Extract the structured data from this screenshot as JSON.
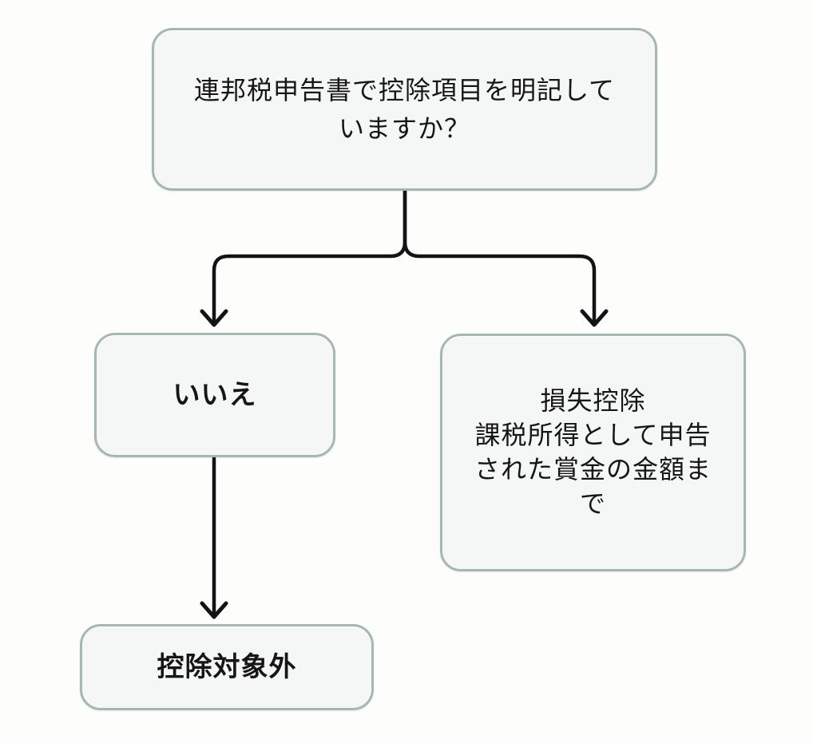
{
  "diagram": {
    "type": "flowchart",
    "title": "gambling-loss-deduction-decision-tree",
    "nodes": {
      "question": {
        "id": "question",
        "text": "連邦税申告書で控除項目を明記して\nいますか？",
        "emphasis": "normal"
      },
      "no": {
        "id": "no",
        "text": "いいえ",
        "emphasis": "bold"
      },
      "loss_deduction": {
        "id": "loss_deduction",
        "text": "損失控除\n課税所得として申告\nされた賞金の金額ま\nで",
        "emphasis": "normal"
      },
      "not_deductible": {
        "id": "not_deductible",
        "text": "控除対象外",
        "emphasis": "bold"
      }
    },
    "edges": [
      {
        "from": "question",
        "to": "no",
        "style": "arrow"
      },
      {
        "from": "question",
        "to": "loss_deduction",
        "style": "arrow"
      },
      {
        "from": "no",
        "to": "not_deductible",
        "style": "arrow"
      }
    ],
    "colors": {
      "background": "#fdfdfc",
      "node_fill": "#f5f7f6",
      "node_border": "#a6b7b3",
      "arrow": "#131313",
      "text": "#161616"
    }
  }
}
